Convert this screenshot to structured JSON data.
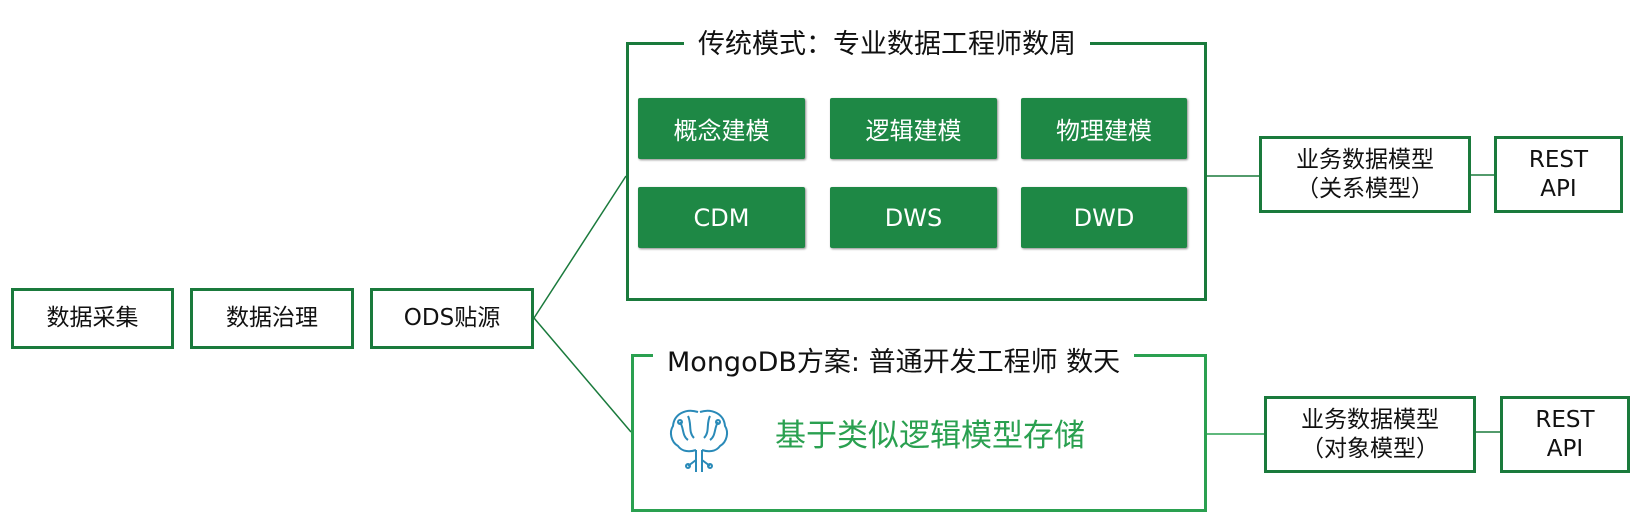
{
  "pipeline": [
    "数据采集",
    "数据治理",
    "ODS贴源"
  ],
  "traditional": {
    "title": "传统模式：专业数据工程师数周",
    "boxes": [
      "概念建模",
      "逻辑建模",
      "物理建模",
      "CDM",
      "DWS",
      "DWD"
    ],
    "model_line1": "业务数据模型",
    "model_line2": "（关系模型）",
    "api_line1": "REST",
    "api_line2": "API"
  },
  "mongodb": {
    "title": "MongoDB方案: 普通开发工程师 数天",
    "highlight": "基于类似逻辑模型存储",
    "model_line1": "业务数据模型",
    "model_line2": "（对象模型）",
    "api_line1": "REST",
    "api_line2": "API"
  },
  "colors": {
    "dark_green": "#1a7a3c",
    "bright_green": "#2aa050",
    "icon_blue": "#2a8ab8"
  }
}
